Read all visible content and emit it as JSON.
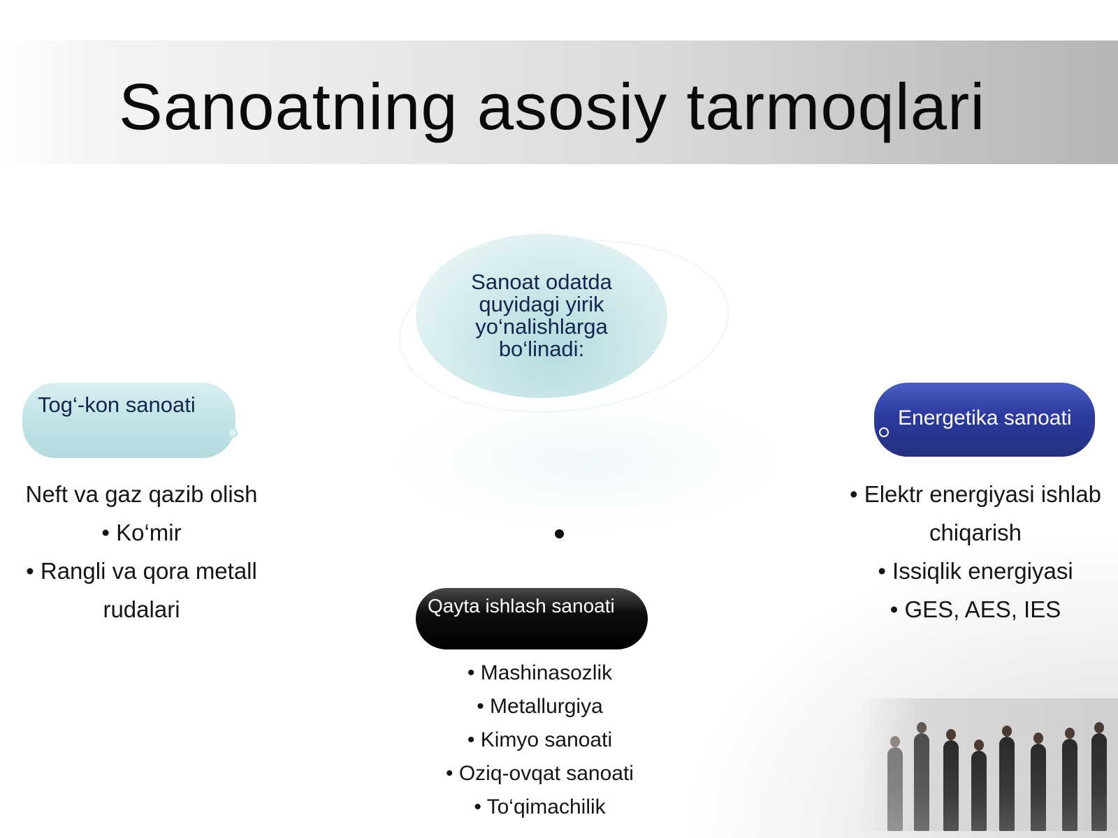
{
  "title": "Sanoatning asosiy tarmoqlari",
  "center": {
    "lines": [
      "Sanoat odatda",
      "quyidagi yirik",
      "yo‘nalishlarga",
      "bo‘linadi:"
    ]
  },
  "categories": {
    "mining": {
      "label": "Tog‘-kon sanoati",
      "items": [
        "Neft va gaz qazib olish",
        "• Ko‘mir",
        "• Rangli va qora metall",
        "rudalari"
      ]
    },
    "energy": {
      "label": "Energetika sanoati",
      "items": [
        "• Elektr energiyasi ishlab",
        "chiqarish",
        "• Issiqlik energiyasi",
        "• GES, AES, IES"
      ]
    },
    "processing": {
      "label": "Qayta ishlash sanoati",
      "items": [
        "• Mashinasozlik",
        "• Metallurgiya",
        "• Kimyo sanoati",
        "• Oziq-ovqat sanoati",
        "• To‘qimachilik"
      ]
    }
  },
  "colors": {
    "mining_pill": "#c0e2e5",
    "energy_pill": "#2c3a9f",
    "processing_pill": "#000000",
    "center_bubble": "#c9e6e8",
    "title_band": "#d9d9d9"
  }
}
